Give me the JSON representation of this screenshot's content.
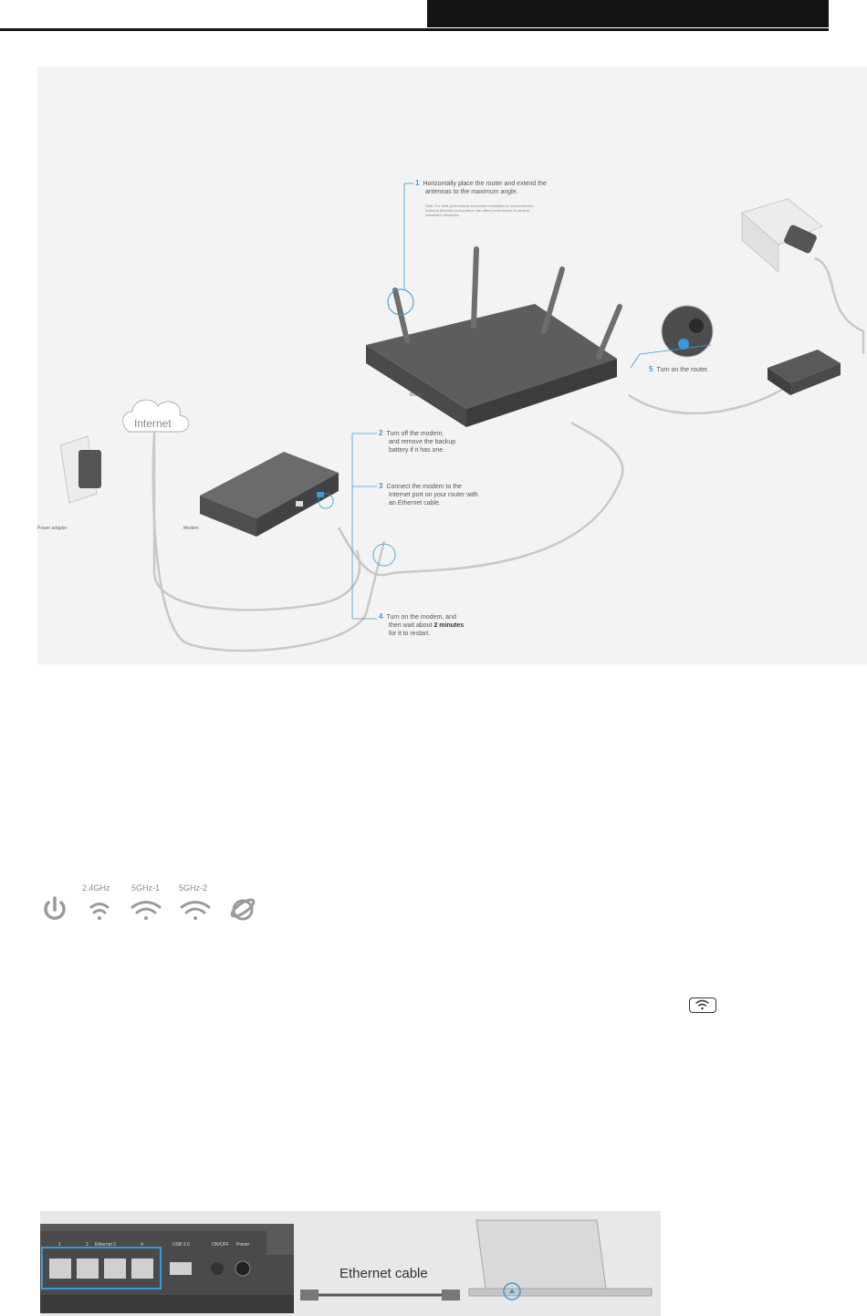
{
  "diagram": {
    "steps": [
      {
        "num": "1",
        "line1": "Horizontally place the router and extend the",
        "line2": "antennas to the maximum angle.",
        "note1": "Note: For best performance horizontal installation is recommended.",
        "note2": "Antenna direction and position can affect performance in vertical",
        "note3": "installation situations."
      },
      {
        "num": "2",
        "line1": "Turn off the modem,",
        "line2": "and remove the backup",
        "line3": "battery if it has one."
      },
      {
        "num": "3",
        "line1": "Connect the modem to the",
        "line2": "Internet port on your router with",
        "line3": "an Ethernet cable."
      },
      {
        "num": "4",
        "line1": "Turn on the modem, and",
        "line2": "then wait about",
        "bold": "2 minutes",
        "line3": "for it to restart."
      },
      {
        "num": "5",
        "line1": "Turn on the router."
      }
    ],
    "labels": {
      "internet": "Internet",
      "router": "Router",
      "modem": "Modem",
      "power_adapter": "Power adapter"
    }
  },
  "leds": {
    "bands": [
      "2.4GHz",
      "5GHz-1",
      "5GHz-2"
    ]
  },
  "ethernet": {
    "cable_label": "Ethernet cable",
    "port_labels": [
      "1",
      "2",
      "Ethernet",
      "3",
      "4",
      "USB 3.0",
      "ON/OFF",
      "Power"
    ]
  },
  "colors": {
    "accent": "#3a9ad9",
    "header": "#141414"
  }
}
